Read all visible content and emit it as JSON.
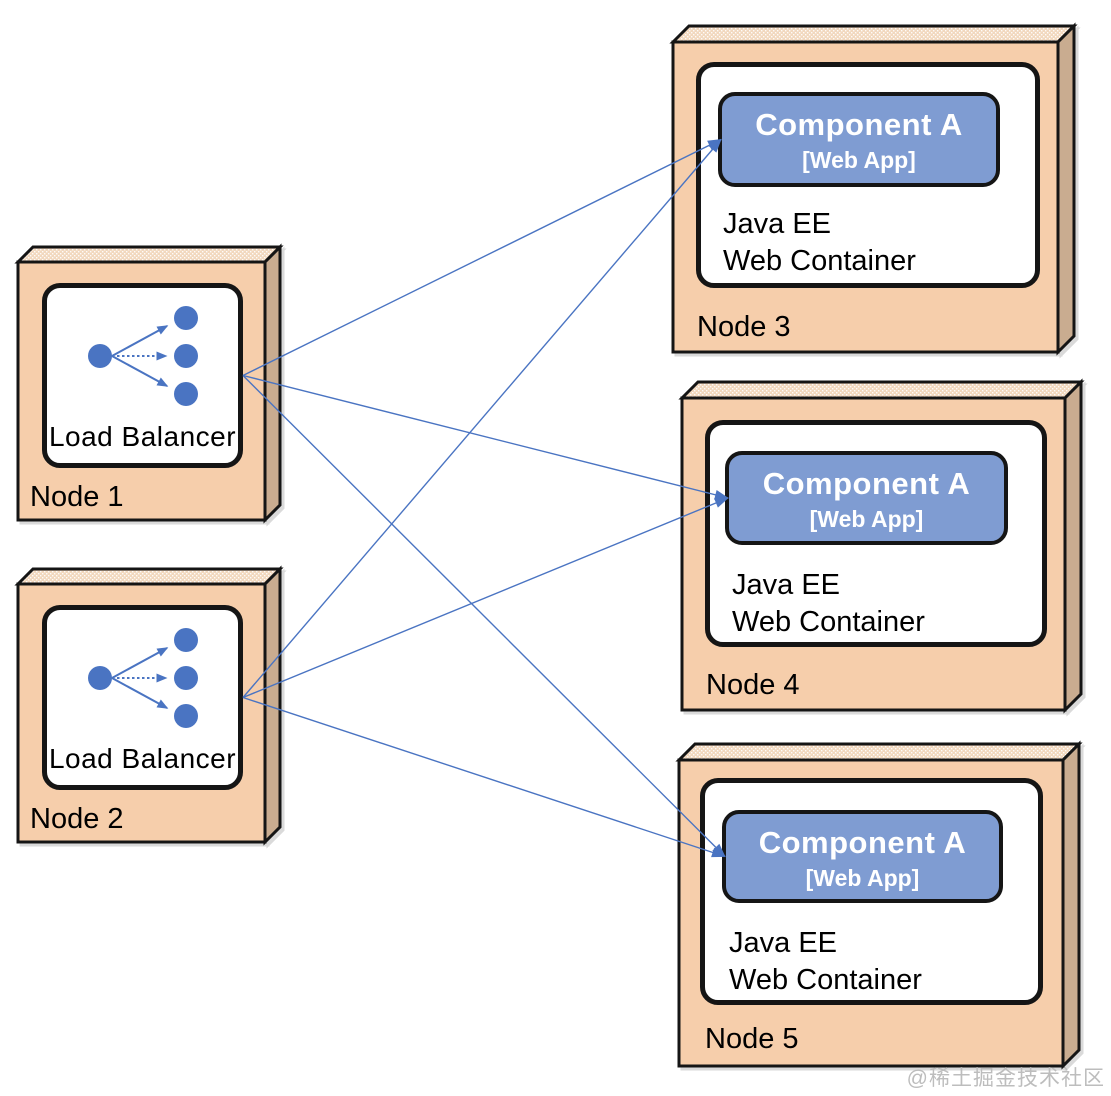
{
  "nodes": [
    {
      "id": "node-1",
      "kind": "load_balancer",
      "node_label": "Node 1",
      "box_label": "Load Balancer"
    },
    {
      "id": "node-2",
      "kind": "load_balancer",
      "node_label": "Node 2",
      "box_label": "Load Balancer"
    },
    {
      "id": "node-3",
      "kind": "web_container",
      "node_label": "Node 3",
      "component_title": "Component A",
      "component_subtitle": "[Web App]",
      "container_line1": "Java EE",
      "container_line2": "Web Container"
    },
    {
      "id": "node-4",
      "kind": "web_container",
      "node_label": "Node 4",
      "component_title": "Component A",
      "component_subtitle": "[Web App]",
      "container_line1": "Java EE",
      "container_line2": "Web Container"
    },
    {
      "id": "node-5",
      "kind": "web_container",
      "node_label": "Node 5",
      "component_title": "Component A",
      "component_subtitle": "[Web App]",
      "container_line1": "Java EE",
      "container_line2": "Web Container"
    }
  ],
  "connections": [
    {
      "from": "node-1",
      "to": "node-3"
    },
    {
      "from": "node-1",
      "to": "node-4"
    },
    {
      "from": "node-1",
      "to": "node-5"
    },
    {
      "from": "node-2",
      "to": "node-3"
    },
    {
      "from": "node-2",
      "to": "node-4"
    },
    {
      "from": "node-2",
      "to": "node-5"
    }
  ],
  "colors": {
    "face": "#F6CEAB",
    "top_face": "#F2D8BE",
    "side": "#C9AC90",
    "component_fill": "#7F9CD2",
    "arrow": "#4A74C2",
    "border": "#151515",
    "watermark": "#BDBDBD"
  },
  "watermark": "@稀土掘金技术社区"
}
